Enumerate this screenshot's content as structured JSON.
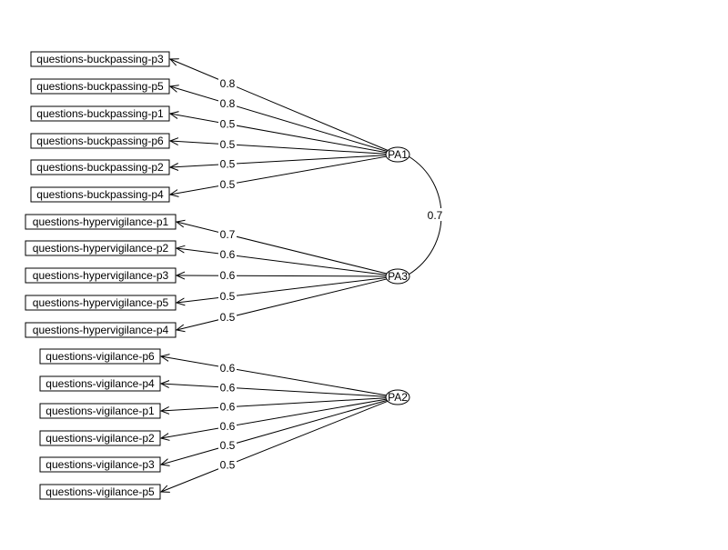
{
  "factors": [
    {
      "id": "PA1",
      "label": "PA1"
    },
    {
      "id": "PA3",
      "label": "PA3"
    },
    {
      "id": "PA2",
      "label": "PA2"
    }
  ],
  "items": [
    {
      "label": "questions-buckpassing-p3",
      "factor": "PA1",
      "loading": "0.8"
    },
    {
      "label": "questions-buckpassing-p5",
      "factor": "PA1",
      "loading": "0.8"
    },
    {
      "label": "questions-buckpassing-p1",
      "factor": "PA1",
      "loading": "0.5"
    },
    {
      "label": "questions-buckpassing-p6",
      "factor": "PA1",
      "loading": "0.5"
    },
    {
      "label": "questions-buckpassing-p2",
      "factor": "PA1",
      "loading": "0.5"
    },
    {
      "label": "questions-buckpassing-p4",
      "factor": "PA1",
      "loading": "0.5"
    },
    {
      "label": "questions-hypervigilance-p1",
      "factor": "PA3",
      "loading": "0.7"
    },
    {
      "label": "questions-hypervigilance-p2",
      "factor": "PA3",
      "loading": "0.6"
    },
    {
      "label": "questions-hypervigilance-p3",
      "factor": "PA3",
      "loading": "0.6"
    },
    {
      "label": "questions-hypervigilance-p5",
      "factor": "PA3",
      "loading": "0.5"
    },
    {
      "label": "questions-hypervigilance-p4",
      "factor": "PA3",
      "loading": "0.5"
    },
    {
      "label": "questions-vigilance-p6",
      "factor": "PA2",
      "loading": "0.6"
    },
    {
      "label": "questions-vigilance-p4",
      "factor": "PA2",
      "loading": "0.6"
    },
    {
      "label": "questions-vigilance-p1",
      "factor": "PA2",
      "loading": "0.6"
    },
    {
      "label": "questions-vigilance-p2",
      "factor": "PA2",
      "loading": "0.6"
    },
    {
      "label": "questions-vigilance-p3",
      "factor": "PA2",
      "loading": "0.5"
    },
    {
      "label": "questions-vigilance-p5",
      "factor": "PA2",
      "loading": "0.5"
    }
  ],
  "correlations": [
    {
      "from": "PA1",
      "to": "PA3",
      "value": "0.7"
    }
  ]
}
